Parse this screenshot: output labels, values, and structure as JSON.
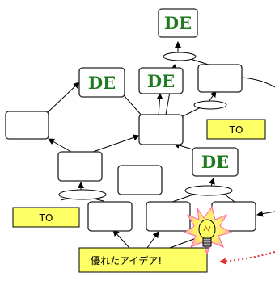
{
  "labels": {
    "de": "DE",
    "to": "TO",
    "idea": "優れたアイデア!"
  },
  "colors": {
    "de_text": "#1e7a1e",
    "to_fill": "#ffff66",
    "idea_fill": "#ffff66",
    "dotted_arrow": "#e03030"
  },
  "icons": {
    "bulb": "lightbulb-icon"
  }
}
